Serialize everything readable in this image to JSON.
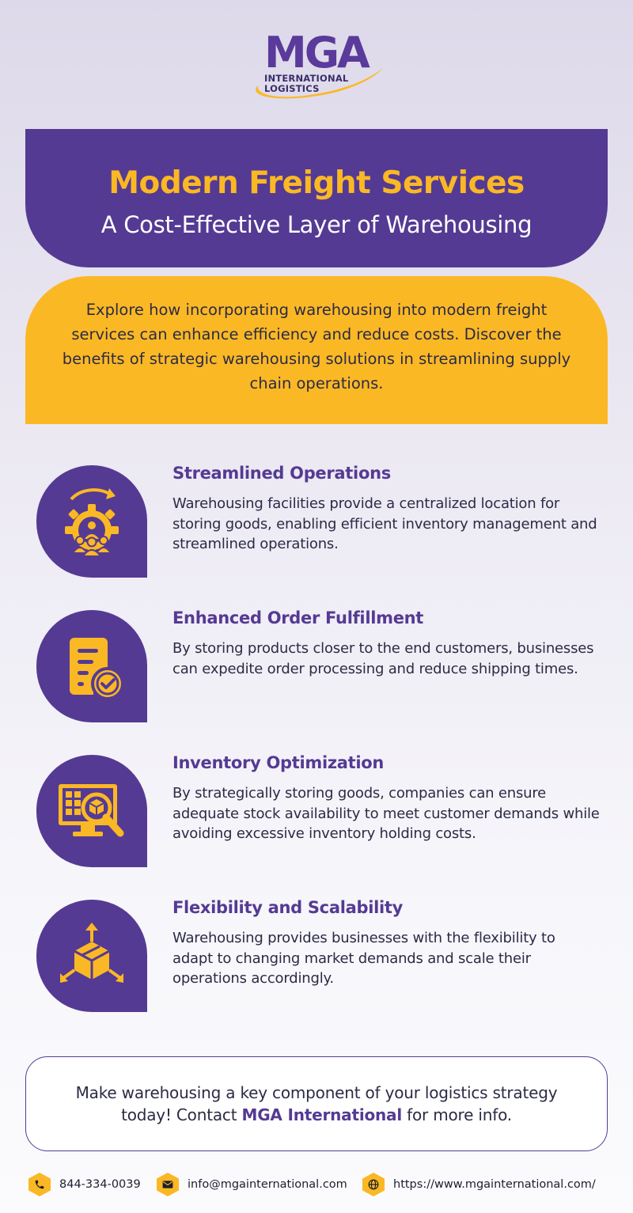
{
  "brand": {
    "logo_main": "MGA",
    "logo_line1": "INTERNATIONAL",
    "logo_line2": "LOGISTICS"
  },
  "hero": {
    "title": "Modern Freight Services",
    "subtitle": "A Cost-Effective Layer of Warehousing"
  },
  "intro": {
    "text": "Explore how incorporating warehousing into modern freight services can enhance efficiency and reduce costs. Discover the benefits of strategic warehousing solutions in streamlining supply chain operations."
  },
  "features": [
    {
      "icon": "gear-team-icon",
      "title": "Streamlined Operations",
      "description": "Warehousing facilities provide a centralized location for storing goods, enabling efficient inventory management and streamlined operations."
    },
    {
      "icon": "checklist-approved-icon",
      "title": "Enhanced Order Fulfillment",
      "description": "By storing products closer to the end customers, businesses can expedite order processing and reduce shipping times."
    },
    {
      "icon": "inventory-search-icon",
      "title": "Inventory Optimization",
      "description": "By strategically storing goods, companies can ensure adequate stock availability to meet customer demands while avoiding excessive inventory holding costs."
    },
    {
      "icon": "scalable-box-icon",
      "title": "Flexibility and Scalability",
      "description": "Warehousing provides businesses with the flexibility to adapt to changing market demands and scale their operations accordingly."
    }
  ],
  "cta": {
    "text_before": "Make warehousing a key component of your logistics strategy today! Contact ",
    "brand": "MGA International",
    "text_after": " for more info."
  },
  "contacts": {
    "phone": "844-334-0039",
    "email": "info@mgainternational.com",
    "website": "https://www.mgainternational.com/"
  },
  "colors": {
    "purple": "#553a93",
    "yellow": "#fbb825",
    "text": "#2b2b45"
  }
}
